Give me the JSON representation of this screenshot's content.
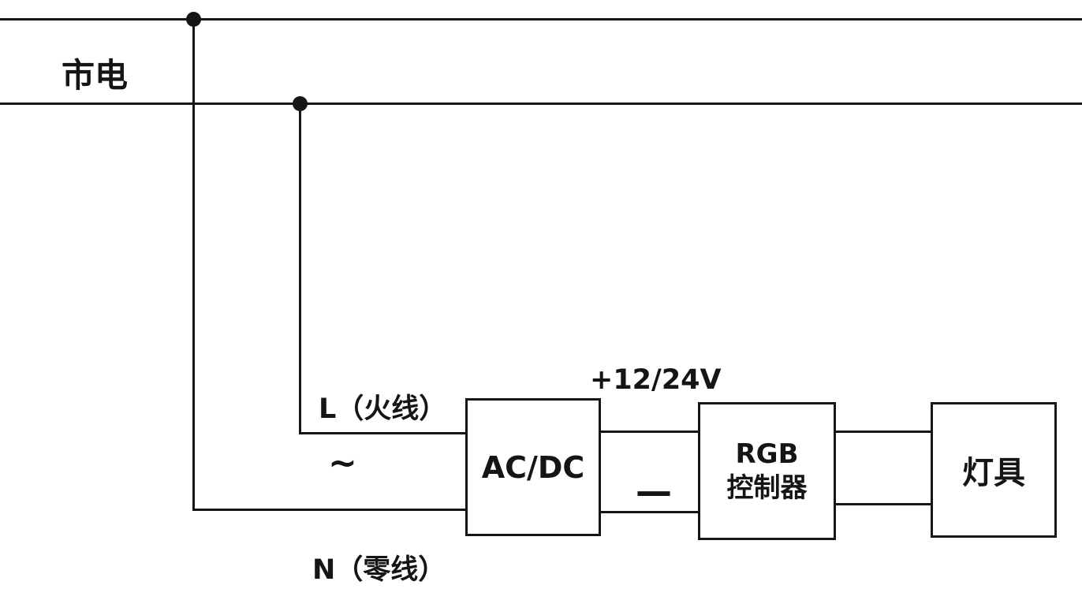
{
  "diagram": {
    "title": "AC/DC RGB lighting wiring diagram",
    "mains_label": "市电",
    "live_label": "L（火线）",
    "ac_symbol": "~",
    "neutral_label": "N（零线）",
    "voltage_label": "+12/24V",
    "minus_label": "—",
    "acdc_box_label": "AC/DC",
    "rgb_box_label_line1": "RGB",
    "rgb_box_label_line2": "控制器",
    "lamp_box_label": "灯具",
    "colors": {
      "wire": "#151515",
      "background": "#ffffff"
    }
  }
}
